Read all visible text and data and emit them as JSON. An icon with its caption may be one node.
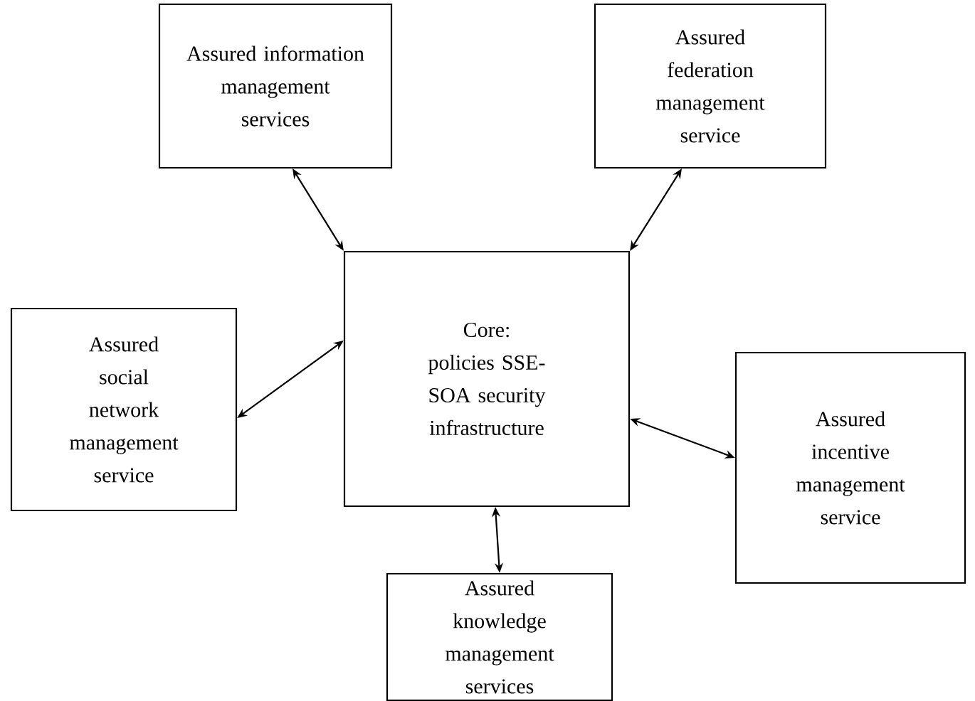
{
  "diagram": {
    "nodes": [
      {
        "text": [
          "Assured information management services"
        ]
      },
      {
        "text": [
          "Assured federation management service"
        ]
      },
      {
        "text": [
          "Core:",
          "policies SSE-SOA security infrastructure"
        ]
      },
      {
        "text": [
          "Assured social network management service"
        ]
      },
      {
        "text": [
          "Assured incentive management service"
        ]
      },
      {
        "text": [
          "Assured knowledge management services"
        ]
      }
    ],
    "edges": [
      {
        "from": 0,
        "to": 2,
        "arrow": "both"
      },
      {
        "from": 1,
        "to": 2,
        "arrow": "both"
      },
      {
        "from": 3,
        "to": 2,
        "arrow": "both"
      },
      {
        "from": 4,
        "to": 2,
        "arrow": "both"
      },
      {
        "from": 5,
        "to": 2,
        "arrow": "both"
      }
    ]
  }
}
